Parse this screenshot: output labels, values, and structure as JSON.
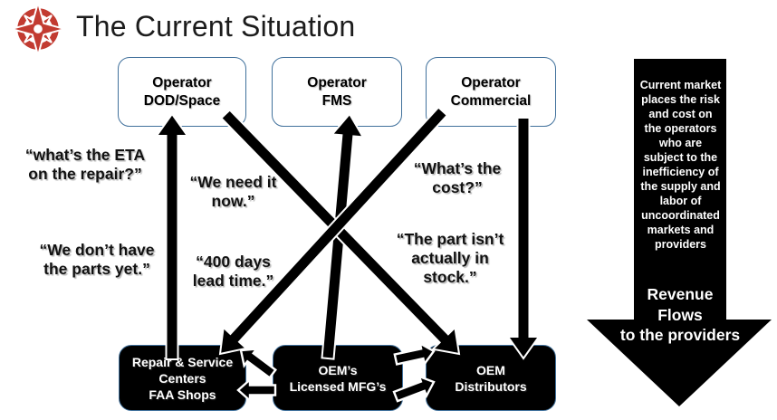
{
  "title": "The Current Situation",
  "logo": {
    "icon": "compass-rose-icon"
  },
  "operators": [
    {
      "lines": [
        "Operator",
        "DOD/Space"
      ]
    },
    {
      "lines": [
        "Operator",
        "FMS"
      ]
    },
    {
      "lines": [
        "Operator",
        "Commercial"
      ]
    }
  ],
  "providers": [
    {
      "lines": [
        "Repair & Service",
        "Centers",
        "FAA Shops"
      ]
    },
    {
      "lines": [
        "OEM’s",
        "Licensed MFG’s"
      ]
    },
    {
      "lines": [
        "OEM",
        "Distributors"
      ]
    }
  ],
  "quotes": [
    {
      "lines": [
        "“what’s the ETA",
        "on the repair?”"
      ]
    },
    {
      "lines": [
        "“We need it",
        "now.”"
      ]
    },
    {
      "lines": [
        "“We don’t have",
        "the parts yet.”"
      ]
    },
    {
      "lines": [
        "“400 days",
        "lead time.”"
      ]
    },
    {
      "lines": [
        "“What’s the",
        "cost?”"
      ]
    },
    {
      "lines": [
        "“The part isn’t",
        "actually in",
        "stock.”"
      ]
    }
  ],
  "side_arrow": {
    "paragraph_lines": [
      "Current market",
      "places the risk",
      "and cost on",
      "the operators",
      "who are",
      "subject to the",
      "inefficiency of",
      "the supply and",
      "labor of",
      "uncoordinated",
      "markets and",
      "providers"
    ],
    "caption_lines": [
      "Revenue",
      "Flows",
      "to the providers"
    ]
  },
  "colors": {
    "box_border_blue": "#41719c",
    "logo_red": "#c23b31",
    "arrow_black": "#000000",
    "arrow_outline_white": "#ffffff"
  }
}
